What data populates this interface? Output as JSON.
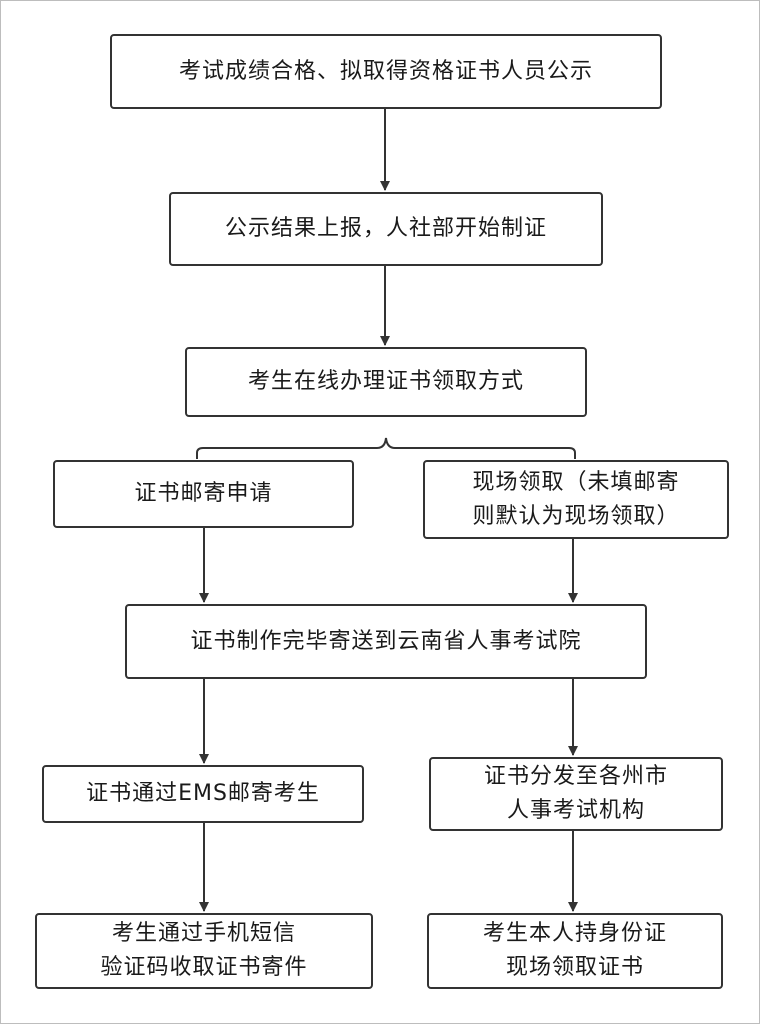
{
  "flowchart": {
    "step_publicity": "考试成绩合格、拟取得资格证书人员公示",
    "step_report": "公示结果上报，人社部开始制证",
    "step_online": "考生在线办理证书领取方式",
    "branch_mail": "证书邮寄申请",
    "branch_onsite": [
      "现场领取（未填邮寄",
      "则默认为现场领取）"
    ],
    "step_produce": "证书制作完毕寄送到云南省人事考试院",
    "mail_ems": "证书通过EMS邮寄考生",
    "mail_receive": [
      "考生通过手机短信",
      "验证码收取证书寄件"
    ],
    "onsite_distribute": [
      "证书分发至各州市",
      "人事考试机构"
    ],
    "onsite_collect": [
      "考生本人持身份证",
      "现场领取证书"
    ]
  }
}
